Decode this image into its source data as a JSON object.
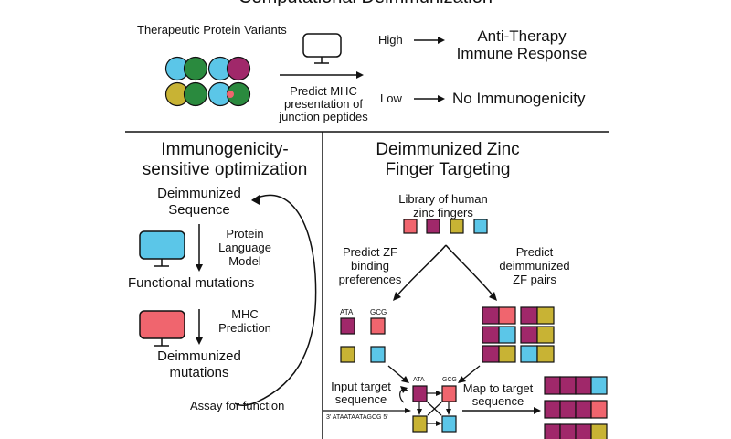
{
  "title": "Computational Deimmunization",
  "top": {
    "variants_label": "Therapeutic Protein Variants",
    "predict_label": "Predict MHC presentation of junction peptides",
    "predict_lines": [
      "Predict MHC",
      "presentation of",
      "junction peptides"
    ],
    "high_label": "High",
    "high_result_lines": [
      "Anti-Therapy",
      "Immune Response"
    ],
    "low_label": "Low",
    "low_result": "No Immunogenicity"
  },
  "left_panel": {
    "title_lines": [
      "Immunogenicity-",
      "sensitive optimization"
    ],
    "deimmunized_sequence_lines": [
      "Deimmunized",
      "Sequence"
    ],
    "plm_lines": [
      "Protein",
      "Language",
      "Model"
    ],
    "functional_mutations": "Functional mutations",
    "mhc_lines": [
      "MHC",
      "Prediction"
    ],
    "deimmunized_mutations_lines": [
      "Deimmunized",
      "mutations"
    ],
    "assay_label": "Assay for function"
  },
  "right_panel": {
    "title_lines": [
      "Deimmunized Zinc",
      "Finger Targeting"
    ],
    "library_lines": [
      "Library of human",
      "zinc fingers"
    ],
    "predict_zf_lines": [
      "Predict ZF",
      "binding",
      "preferences"
    ],
    "predict_pairs_lines": [
      "Predict",
      "deimmunized",
      "ZF pairs"
    ],
    "ata": "ATA",
    "gcg": "GCG",
    "input_target_lines": [
      "Input target",
      "sequence"
    ],
    "sequence": "3' ATAATAATAGCG 5'",
    "map_target_lines": [
      "Map to target",
      "sequence"
    ]
  },
  "colors": {
    "blue": "#5bc6e8",
    "green": "#2a8a3e",
    "magenta": "#a0286a",
    "olive": "#c8b334",
    "red": "#f0656e",
    "line": "#111111"
  }
}
